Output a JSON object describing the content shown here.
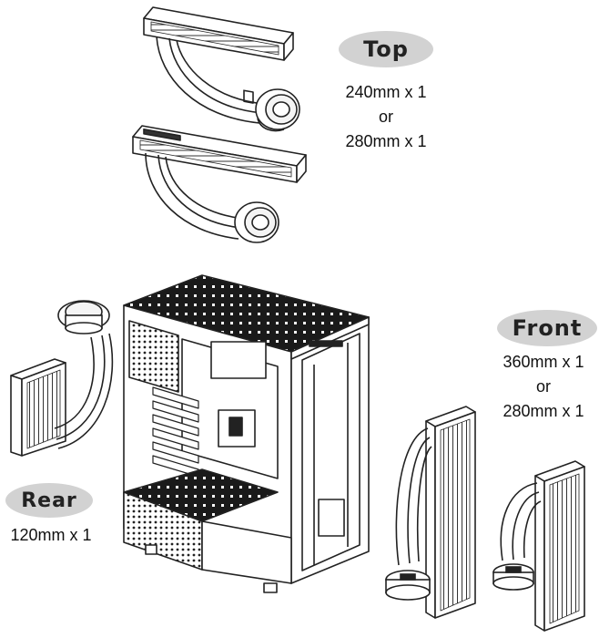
{
  "labels": {
    "top": {
      "title": "Top",
      "lines": [
        "240mm x 1",
        "or",
        "280mm x 1"
      ]
    },
    "front": {
      "title": "Front",
      "lines": [
        "360mm x 1",
        "or",
        "280mm x 1"
      ]
    },
    "rear": {
      "title": "Rear",
      "lines": [
        "120mm x 1"
      ]
    }
  },
  "colors": {
    "pill": "#d2d2d2",
    "line": "#222222",
    "mesh": "#1a1a1a"
  }
}
